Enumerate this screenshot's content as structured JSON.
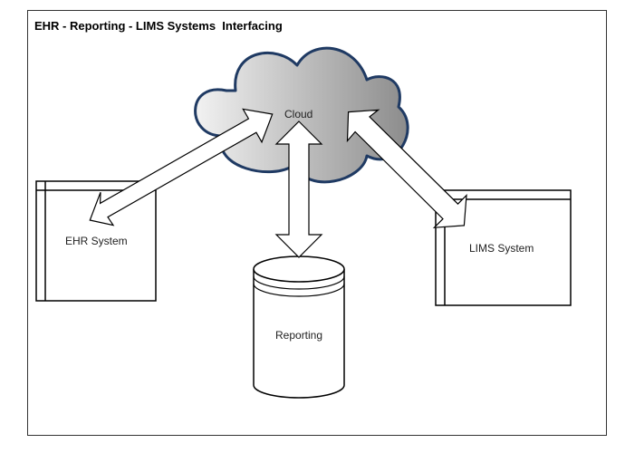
{
  "diagram": {
    "title": "EHR - Reporting - LIMS Systems  Interfacing",
    "nodes": {
      "cloud": {
        "label": "Cloud"
      },
      "ehr": {
        "label": "EHR System"
      },
      "lims": {
        "label": "LIMS System"
      },
      "reporting": {
        "label": "Reporting"
      }
    },
    "edges": [
      {
        "from": "cloud",
        "to": "ehr",
        "style": "bidirectional-block-arrow"
      },
      {
        "from": "cloud",
        "to": "reporting",
        "style": "bidirectional-block-arrow"
      },
      {
        "from": "cloud",
        "to": "lims",
        "style": "bidirectional-block-arrow"
      }
    ],
    "colors": {
      "frame": "#333333",
      "cloud_stroke": "#1f3a63",
      "cloud_fill_light": "#f2f2f2",
      "cloud_fill_dark": "#8c8c8c",
      "shape_stroke": "#000000",
      "arrow_fill": "#ffffff"
    }
  }
}
